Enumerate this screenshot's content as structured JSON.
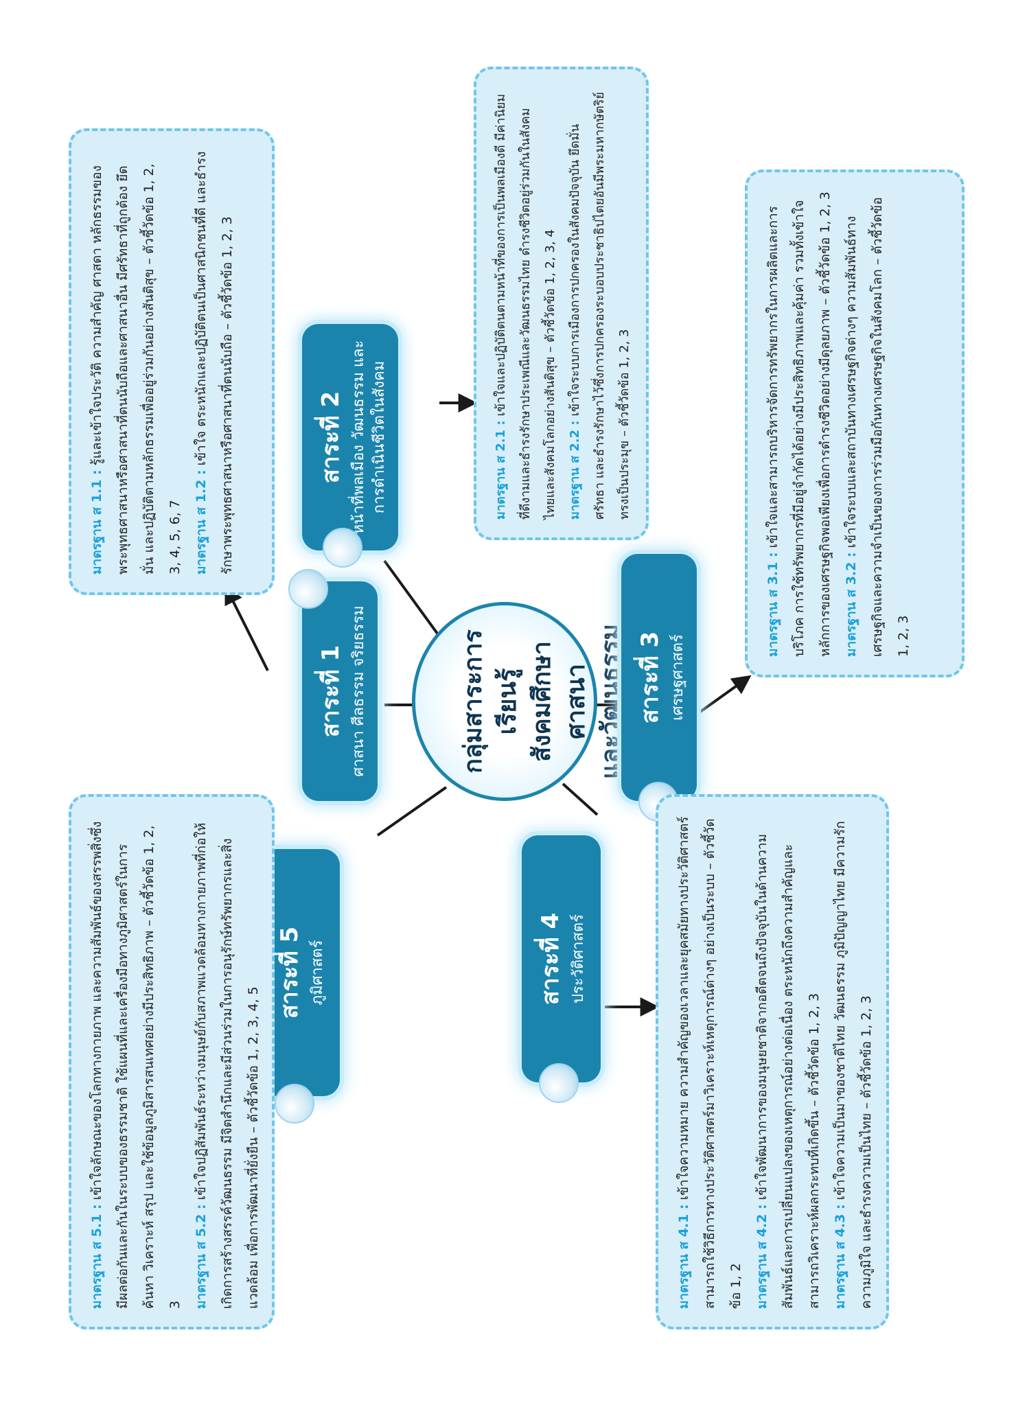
{
  "center": {
    "line1": "กลุ่มสาระการเรียนรู้",
    "line2": "สังคมศึกษา ศาสนา",
    "line3": "และวัฒนธรรม"
  },
  "topics": [
    {
      "num": "สาระที่ 1",
      "name": "ศาสนา ศีลธรรม จริยธรรม"
    },
    {
      "num": "สาระที่ 2",
      "name": "หน้าที่พลเมือง วัฒนธรรม และการดำเนินชีวิตในสังคม"
    },
    {
      "num": "สาระที่ 3",
      "name": "เศรษฐศาสตร์"
    },
    {
      "num": "สาระที่ 4",
      "name": "ประวัติศาสตร์"
    },
    {
      "num": "สาระที่ 5",
      "name": "ภูมิศาสตร์"
    }
  ],
  "boxes": {
    "s1": [
      {
        "label": "มาตรฐาน ส 1.1 :",
        "text": "รู้และเข้าใจประวัติ ความสำคัญ ศาสดา หลักธรรมของพระพุทธศาสนาหรือศาสนาที่ตนนับถือและศาสนาอื่น มีศรัทธาที่ถูกต้อง ยึดมั่น และปฏิบัติตามหลักธรรมเพื่ออยู่ร่วมกันอย่างสันติสุข – ตัวชี้วัดข้อ 1, 2, 3, 4, 5, 6, 7"
      },
      {
        "label": "มาตรฐาน ส 1.2 :",
        "text": "เข้าใจ ตระหนักและปฏิบัติตนเป็นศาสนิกชนที่ดี และธำรงรักษาพระพุทธศาสนาหรือศาสนาที่ตนนับถือ – ตัวชี้วัดข้อ 1, 2, 3"
      }
    ],
    "s2": [
      {
        "label": "มาตรฐาน ส 2.1 :",
        "text": "เข้าใจและปฏิบัติตนตามหน้าที่ของการเป็นพลเมืองดี มีค่านิยมที่ดีงามและธำรงรักษาประเพณีและวัฒนธรรมไทย ดำรงชีวิตอยู่ร่วมกันในสังคมไทยและสังคมโลกอย่างสันติสุข – ตัวชี้วัดข้อ 1, 2, 3, 4"
      },
      {
        "label": "มาตรฐาน ส 2.2 :",
        "text": "เข้าใจระบบการเมืองการปกครองในสังคมปัจจุบัน ยึดมั่น ศรัทธา และธำรงรักษาไว้ซึ่งการปกครองระบอบประชาธิปไตยอันมีพระมหากษัตริย์ทรงเป็นประมุข – ตัวชี้วัดข้อ 1, 2, 3"
      }
    ],
    "s3": [
      {
        "label": "มาตรฐาน ส 3.1 :",
        "text": "เข้าใจและสามารถบริหารจัดการทรัพยากรในการผลิตและการบริโภค การใช้ทรัพยากรที่มีอยู่จำกัดได้อย่างมีประสิทธิภาพและคุ้มค่า รวมทั้งเข้าใจหลักการของเศรษฐกิจพอเพียงเพื่อการดำรงชีวิตอย่างมีดุลยภาพ – ตัวชี้วัดข้อ 1, 2, 3"
      },
      {
        "label": "มาตรฐาน ส 3.2 :",
        "text": "เข้าใจระบบและสถาบันทางเศรษฐกิจต่างๆ ความสัมพันธ์ทางเศรษฐกิจและความจำเป็นของการร่วมมือกันทางเศรษฐกิจในสังคมโลก – ตัวชี้วัดข้อ 1, 2, 3"
      }
    ],
    "s4": [
      {
        "label": "มาตรฐาน ส 4.1 :",
        "text": "เข้าใจความหมาย ความสำคัญของเวลาและยุคสมัยทางประวัติศาสตร์ สามารถใช้วิธีการทางประวัติศาสตร์มาวิเคราะห์เหตุการณ์ต่างๆ อย่างเป็นระบบ – ตัวชี้วัดข้อ 1, 2"
      },
      {
        "label": "มาตรฐาน ส 4.2 :",
        "text": "เข้าใจพัฒนาการของมนุษยชาติจากอดีตจนถึงปัจจุบันในด้านความสัมพันธ์และการเปลี่ยนแปลงของเหตุการณ์อย่างต่อเนื่อง ตระหนักถึงความสำคัญและสามารถวิเคราะห์ผลกระทบที่เกิดขึ้น – ตัวชี้วัดข้อ 1, 2, 3"
      },
      {
        "label": "มาตรฐาน ส 4.3 :",
        "text": "เข้าใจความเป็นมาของชาติไทย วัฒนธรรม ภูมิปัญญาไทย มีความรัก ความภูมิใจ และธำรงความเป็นไทย – ตัวชี้วัดข้อ 1, 2, 3"
      }
    ],
    "s5": [
      {
        "label": "มาตรฐาน ส 5.1 :",
        "text": "เข้าใจลักษณะของโลกทางกายภาพ และความสัมพันธ์ของสรรพสิ่งซึ่งมีผลต่อกันและกันในระบบของธรรมชาติ ใช้แผนที่และเครื่องมือทางภูมิศาสตร์ในการค้นหา วิเคราะห์ สรุป และใช้ข้อมูลภูมิสารสนเทศอย่างมีประสิทธิภาพ – ตัวชี้วัดข้อ 1, 2, 3"
      },
      {
        "label": "มาตรฐาน ส 5.2 :",
        "text": "เข้าใจปฏิสัมพันธ์ระหว่างมนุษย์กับสภาพแวดล้อมทางกายภาพที่ก่อให้เกิดการสร้างสรรค์วัฒนธรรม มีจิตสำนึกและมีส่วนร่วมในการอนุรักษ์ทรัพยากรและสิ่งแวดล้อม เพื่อการพัฒนาที่ยั่งยืน – ตัวชี้วัดข้อ 1, 2, 3, 4, 5"
      }
    ]
  }
}
